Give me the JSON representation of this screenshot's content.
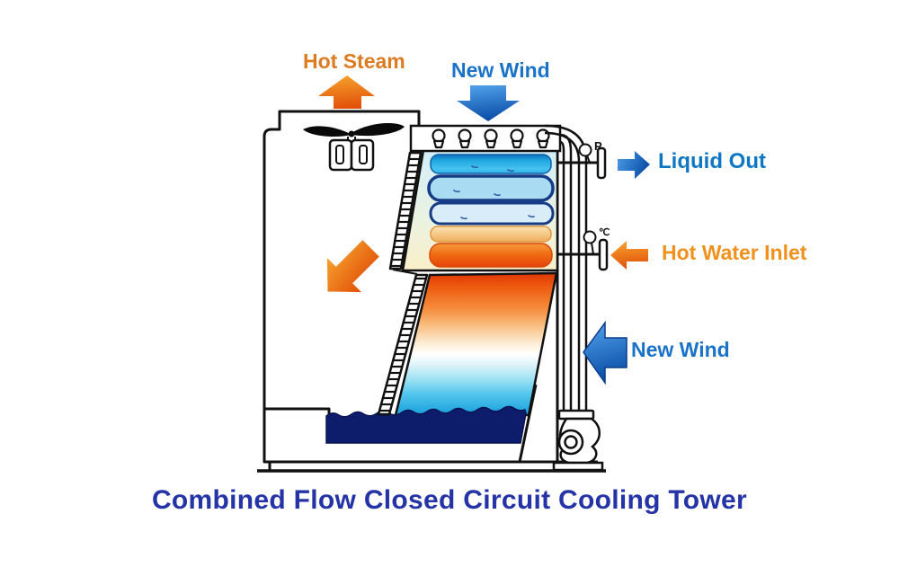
{
  "diagram": {
    "title": "Combined Flow Closed Circuit Cooling Tower",
    "annotations": {
      "hot_steam": "Hot Steam",
      "new_wind_top": "New Wind",
      "liquid_out": "Liquid Out",
      "hot_water_inlet": "Hot Water Inlet",
      "new_wind_side": "New Wind",
      "gauge_pressure": "P",
      "gauge_temperature": "℃"
    },
    "colors": {
      "hot_label": "#DD7B22",
      "hot_arrow": "#EE6C10",
      "cold_label": "#1A73C8",
      "cold_arrow": "#1D7BD4",
      "liquid_out_label": "#0F76C4",
      "hot_water_label": "#F0911D",
      "title": "#2433A6",
      "basin_water": "#0D1C6B",
      "coil_cold_tube": "#29ABE2",
      "coil_hot_tube": "#EE6010",
      "outline": "#111111",
      "background": "#FFFFFF"
    }
  }
}
